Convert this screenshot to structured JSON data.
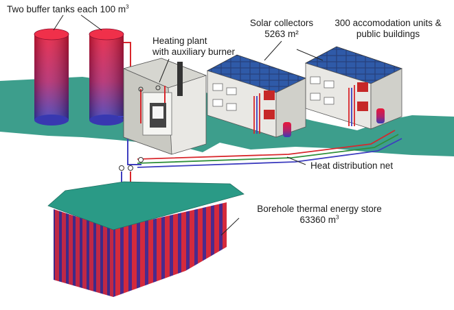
{
  "labels": {
    "buffer_tanks": {
      "text": "Two buffer tanks each 100 m",
      "sup": "3"
    },
    "heating_plant": {
      "line1": "Heating plant",
      "line2": "with auxiliary burner"
    },
    "solar_collectors": {
      "line1": "Solar collectors",
      "line2": "5263 m²"
    },
    "accommodation": {
      "line1": "300 accomodation units &",
      "line2": "public buildings"
    },
    "heat_net": {
      "text": "Heat distribution net"
    },
    "borehole": {
      "line1": "Borehole thermal energy store",
      "line2": "63360 m",
      "sup": "3"
    }
  },
  "colors": {
    "ground": "#3d9e8c",
    "roof": "#2a9a86",
    "red": "#d8262b",
    "blue": "#3d3dbf",
    "green": "#2f8f3a",
    "wall": "#e9e8e4"
  }
}
